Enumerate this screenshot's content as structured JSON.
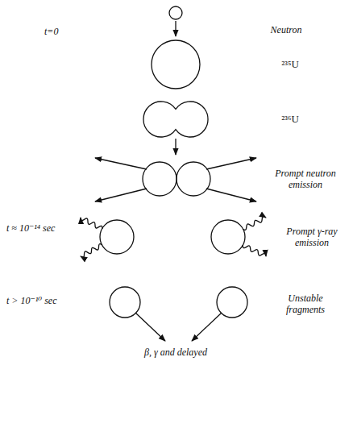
{
  "diagram": {
    "labels": [
      "t=0",
      "Neutron",
      "²³⁵U",
      "²³⁶U",
      "Prompt neutron emission",
      "t ≈ 10⁻¹⁴ sec",
      "Prompt γ-ray emission",
      "t > 10⁻¹⁰ sec",
      "Unstable fragments",
      "β, γ and delayed"
    ]
  }
}
